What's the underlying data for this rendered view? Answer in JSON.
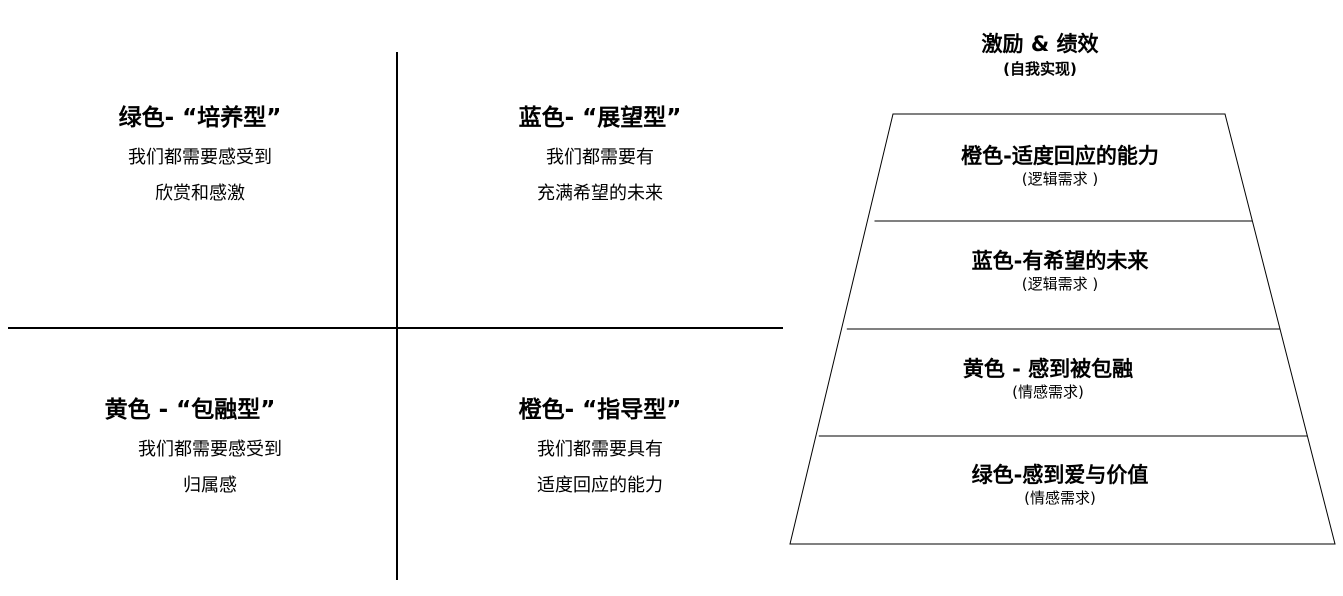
{
  "quadrants": {
    "top_left": {
      "title": "绿色- “培养型”",
      "line1": "我们都需要感受到",
      "line2": "欣赏和感激"
    },
    "top_right": {
      "title": "蓝色- “展望型”",
      "line1": "我们都需要有",
      "line2": "充满希望的未来"
    },
    "bottom_left": {
      "title": "黄色 - “包融型”",
      "line1": "我们都需要感受到",
      "line2": "归属感"
    },
    "bottom_right": {
      "title": "橙色- “指导型”",
      "line1": "我们都需要具有",
      "line2": "适度回应的能力"
    }
  },
  "pyramid": {
    "apex": {
      "title": "激励 & 绩效",
      "sub": "(自我实现)"
    },
    "levels": [
      {
        "title": "橙色-适度回应的能力",
        "sub": "(逻辑需求 )"
      },
      {
        "title": "蓝色-有希望的未来",
        "sub": "(逻辑需求 )"
      },
      {
        "title": "黄色 - 感到被包融",
        "sub": "(情感需求)"
      },
      {
        "title": "绿色-感到爱与价值",
        "sub": "(情感需求)"
      }
    ]
  },
  "colors": {
    "line": "#000000",
    "text": "#000000",
    "background": "#ffffff"
  }
}
